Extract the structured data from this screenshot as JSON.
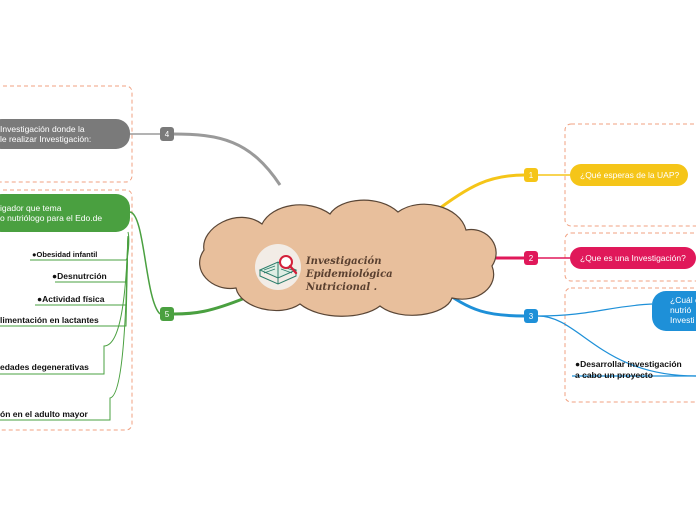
{
  "central": {
    "title": "Investigación Epidemiológica Nutricional .",
    "icon": "book-magnifier-icon"
  },
  "branches": {
    "b1": {
      "number": "1",
      "label": "¿Qué esperas de la UAP?",
      "color": "#f5c518"
    },
    "b2": {
      "number": "2",
      "label": "¿Que es una Investigación?",
      "color": "#e0185a"
    },
    "b3": {
      "number": "3",
      "question": [
        "¿Cuál e",
        "nutrió",
        "Investi"
      ],
      "leaf": [
        "●Desarrollar investigación",
        "a cabo un proyecto"
      ],
      "color": "#1e90d8"
    },
    "b4": {
      "number": "4",
      "label_lines": [
        "Investigación  donde  la",
        "le  realizar  Investigación:"
      ],
      "color": "#7a7a7a"
    },
    "b5": {
      "number": "5",
      "label_lines": [
        "igador  que  tema",
        "o nutriólogo para el Edo.de"
      ],
      "color": "#4aa040",
      "items": [
        "●Obesidad infantil",
        "●Desnutrción",
        "●Actividad física",
        "limentación en lactantes",
        "edades degenerativas",
        "ón en el adulto mayor"
      ]
    }
  },
  "colors": {
    "cloud": "#e8bf9c",
    "cloud_border": "#5a4636",
    "group_border": "#f0a080"
  }
}
